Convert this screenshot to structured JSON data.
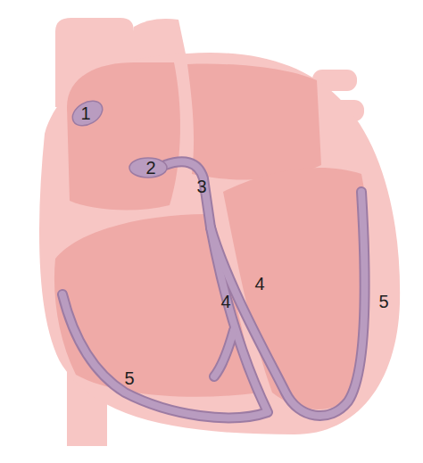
{
  "diagram": {
    "labels": [
      "1",
      "2",
      "3",
      "4",
      "4",
      "5",
      "5"
    ]
  }
}
